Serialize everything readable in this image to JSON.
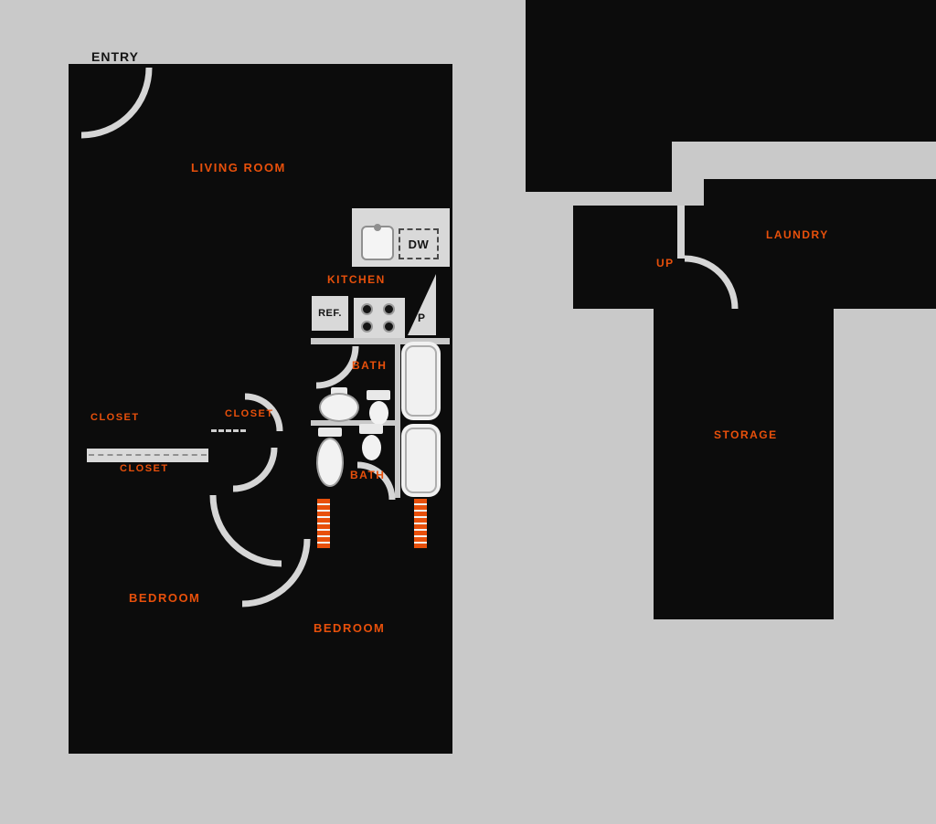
{
  "colors": {
    "background": "#c9c9c9",
    "room_fill": "#0c0c0c",
    "fixture_fill": "#d9d9d9",
    "accent_orange": "#e8500b",
    "label_black": "#141414"
  },
  "labels": {
    "entry": "ENTRY",
    "living_room": "LIVING ROOM",
    "kitchen": "KITCHEN",
    "refrigerator": "REF.",
    "dishwasher": "DW",
    "pantry": "P",
    "bath_upper": "BATH",
    "bath_lower": "BATH",
    "closet_a": "CLOSET",
    "closet_b": "CLOSET",
    "closet_c": "CLOSET",
    "bedroom_a": "BEDROOM",
    "bedroom_b": "BEDROOM",
    "laundry": "LAUNDRY",
    "stairs_up": "UP",
    "storage": "STORAGE"
  }
}
